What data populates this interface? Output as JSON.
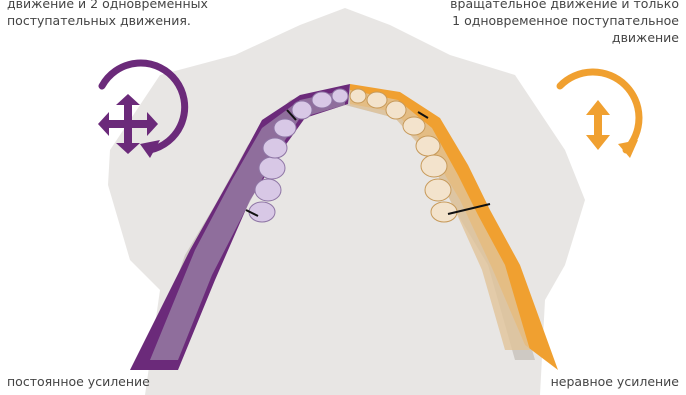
{
  "captions": {
    "left": {
      "lines": [
        "движение и 2 одновременных",
        "поступательных движения."
      ]
    },
    "right": {
      "lines": [
        "вращательное движение и только",
        "1 одновременное поступательное",
        "движение"
      ]
    }
  },
  "labels": {
    "bottom_left": "постоянное усиление",
    "bottom_right": "неравное усиление"
  },
  "colors": {
    "purple": "#6b2a7a",
    "orange": "#f0a030",
    "gray_silhouette": "#e4e1df",
    "bone": "#c9c3bd"
  },
  "icons": {
    "left": "rotation-arrow-with-four-way-cross-icon",
    "right": "rotation-arrow-with-vertical-double-arrow-icon"
  }
}
